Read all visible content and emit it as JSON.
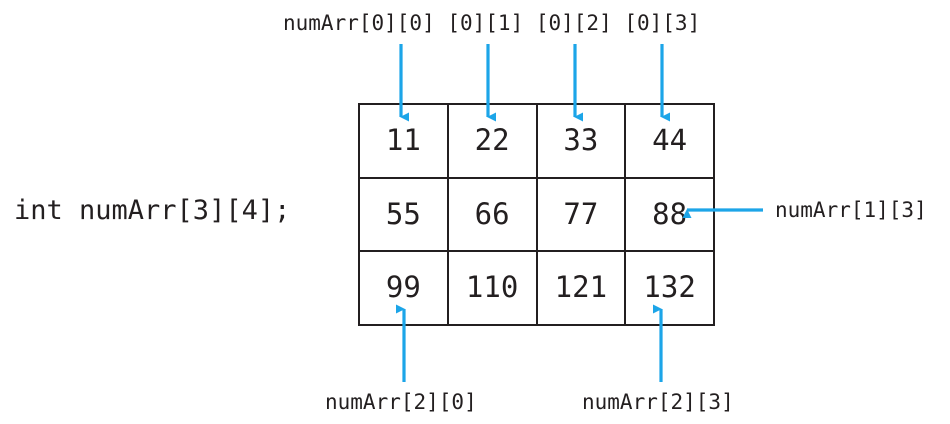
{
  "diagram": {
    "title_label": "numArr[0][0] [0][1] [0][2] [0][3]",
    "declaration": "int numArr[3][4];",
    "accent_color": "#1CA5E8",
    "line_color": "#231F20",
    "background_color": "#FFFFFF",
    "top_labels": {
      "full": "numArr[0][0] [0][1] [0][2] [0][3]",
      "parts": [
        "numArr[0][0]",
        "[0][1]",
        "[0][2]",
        "[0][3]"
      ]
    },
    "right_label": "numArr[1][3]",
    "bottom_labels": [
      "numArr[2][0]",
      "numArr[2][3]"
    ]
  },
  "table": {
    "rows": 3,
    "cols": 4,
    "values": [
      [
        "11",
        "22",
        "33",
        "44"
      ],
      [
        "55",
        "66",
        "77",
        "88"
      ],
      [
        "99",
        "110",
        "121",
        "132"
      ]
    ]
  },
  "annotations": [
    {
      "name": "arrow-down-r0c0",
      "label": "numArr[0][0]",
      "direction": "down",
      "target": "11"
    },
    {
      "name": "arrow-down-r0c1",
      "label": "[0][1]",
      "direction": "down",
      "target": "22"
    },
    {
      "name": "arrow-down-r0c2",
      "label": "[0][2]",
      "direction": "down",
      "target": "33"
    },
    {
      "name": "arrow-down-r0c3",
      "label": "[0][3]",
      "direction": "down",
      "target": "44"
    },
    {
      "name": "arrow-left-r1c3",
      "label": "numArr[1][3]",
      "direction": "left",
      "target": "88"
    },
    {
      "name": "arrow-up-r2c0",
      "label": "numArr[2][0]",
      "direction": "up",
      "target": "99"
    },
    {
      "name": "arrow-up-r2c3",
      "label": "numArr[2][3]",
      "direction": "up",
      "target": "132"
    }
  ]
}
